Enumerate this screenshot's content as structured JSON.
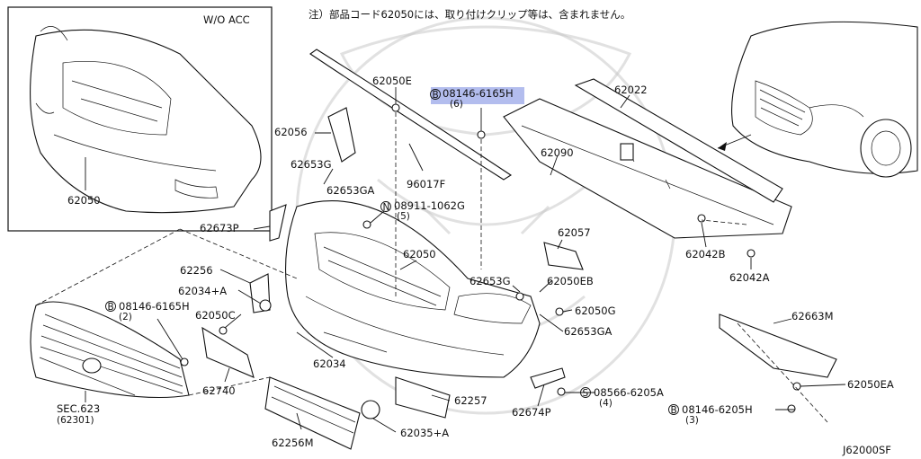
{
  "note": "注）部品コード62050には、取り付けクリップ等は、含まれません。",
  "inset_label": "W/O ACC",
  "diagram_code": "J62000SF",
  "colors": {
    "highlight": "#9aa7e8",
    "line": "#111111",
    "watermark": "#c9c9c9"
  },
  "callouts": [
    {
      "id": "inset-62050",
      "text": "62050"
    },
    {
      "id": "62050E",
      "text": "62050E"
    },
    {
      "id": "bolt-08146-6165H-top",
      "text": "08146-6165H",
      "qty": "(6)",
      "prefix": "B",
      "highlighted": true
    },
    {
      "id": "62022",
      "text": "62022"
    },
    {
      "id": "62056",
      "text": "62056"
    },
    {
      "id": "62090",
      "text": "62090"
    },
    {
      "id": "62653G-top",
      "text": "62653G"
    },
    {
      "id": "62653GA-top",
      "text": "62653GA"
    },
    {
      "id": "96017F",
      "text": "96017F"
    },
    {
      "id": "bolt-08911-1062G",
      "text": "08911-1062G",
      "qty": "(5)",
      "prefix": "N"
    },
    {
      "id": "62673P",
      "text": "62673P"
    },
    {
      "id": "62050-main",
      "text": "62050"
    },
    {
      "id": "62057",
      "text": "62057"
    },
    {
      "id": "62042B",
      "text": "62042B"
    },
    {
      "id": "62042A",
      "text": "62042A"
    },
    {
      "id": "62256",
      "text": "62256"
    },
    {
      "id": "62034+A",
      "text": "62034+A"
    },
    {
      "id": "bolt-08146-6165H-left",
      "text": "08146-6165H",
      "qty": "(2)",
      "prefix": "B"
    },
    {
      "id": "62050C",
      "text": "62050C"
    },
    {
      "id": "62653G-mid",
      "text": "62653G"
    },
    {
      "id": "62050EB",
      "text": "62050EB"
    },
    {
      "id": "62050G",
      "text": "62050G"
    },
    {
      "id": "62653GA-mid",
      "text": "62653GA"
    },
    {
      "id": "62663M",
      "text": "62663M"
    },
    {
      "id": "62034",
      "text": "62034"
    },
    {
      "id": "62740",
      "text": "62740"
    },
    {
      "id": "62257",
      "text": "62257"
    },
    {
      "id": "62050EA",
      "text": "62050EA"
    },
    {
      "id": "bolt-08566-6205A",
      "text": "08566-6205A",
      "qty": "(4)",
      "prefix": "S"
    },
    {
      "id": "62674P",
      "text": "62674P"
    },
    {
      "id": "bolt-08146-6205H",
      "text": "08146-6205H",
      "qty": "(3)",
      "prefix": "B"
    },
    {
      "id": "sec-623",
      "text": "SEC.623",
      "sub": "(62301)"
    },
    {
      "id": "62256M",
      "text": "62256M"
    },
    {
      "id": "62035+A",
      "text": "62035+A"
    }
  ]
}
